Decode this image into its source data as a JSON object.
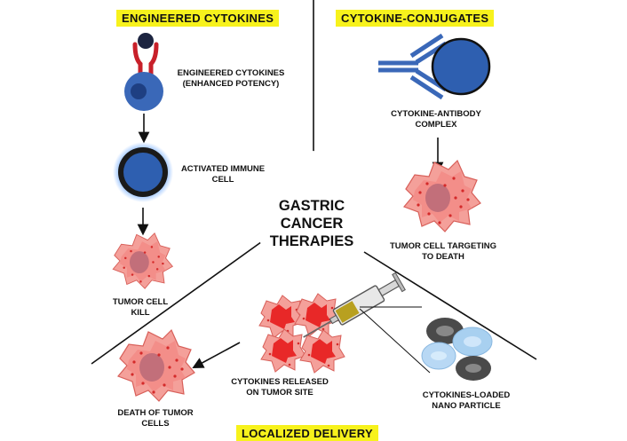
{
  "center": {
    "title": "GASTRIC\nCANCER\nTHERAPIES"
  },
  "sections": {
    "engineered": {
      "header": "ENGINEERED CYTOKINES"
    },
    "conjugates": {
      "header": "CYTOKINE-CONJUGATES"
    },
    "localized": {
      "header": "LOCALIZED DELIVERY"
    }
  },
  "labels": {
    "engineered_cytokines": "ENGINEERED CYTOKINES\n(ENHANCED POTENCY)",
    "activated_immune": "ACTIVATED IMMUNE\nCELL",
    "tumor_cell_kill": "TUMOR CELL\nKILL",
    "antibody_complex": "CYTOKINE-ANTIBODY\nCOMPLEX",
    "tumor_targeting": "TUMOR CELL TARGETING\nTO DEATH",
    "cytokines_released": "CYTOKINES RELEASED\nON TUMOR SITE",
    "nano_particle": "CYTOKINES-LOADED\nNANO PARTICLE",
    "death_tumor": "DEATH OF TUMOR\nCELLS"
  },
  "colors": {
    "highlight": "#f7f21c",
    "cell_blue": "#3a68b8",
    "nucleus_blue": "#1e3f82",
    "receptor_red": "#c8202a",
    "tumor_pink": "#f08a84",
    "tumor_red": "#e02a2a",
    "nano_dark": "#5a5a5a",
    "nano_light": "#b8d8f2"
  },
  "icons": [
    "receptor-cell-icon",
    "activated-cell-icon",
    "tumor-cell-icon",
    "antibody-icon",
    "syringe-icon",
    "nanoparticle-icon",
    "arrow-icon"
  ]
}
